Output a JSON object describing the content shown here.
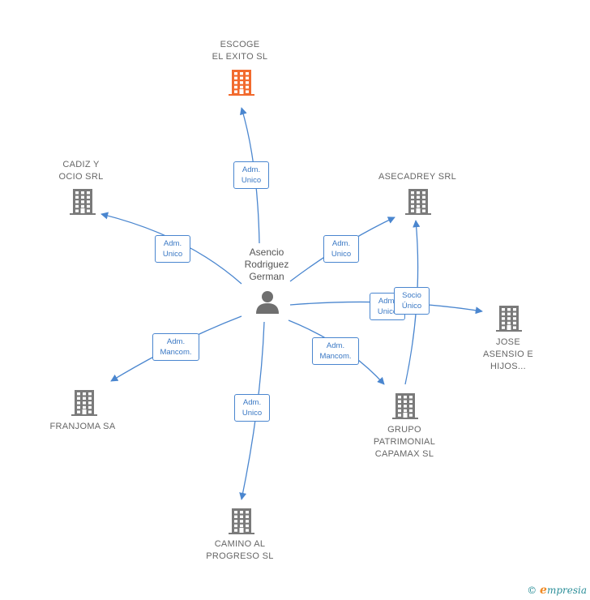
{
  "center": {
    "name": "Asencio\nRodriguez\nGerman",
    "icon": "person-icon"
  },
  "companies": [
    {
      "key": "escoge",
      "name": "ESCOGE\nEL EXITO  SL",
      "color": "#f26a2e"
    },
    {
      "key": "cadiz",
      "name": "CADIZ Y\nOCIO SRL",
      "color": "#7a7a7a"
    },
    {
      "key": "asecadrey",
      "name": "ASECADREY SRL",
      "color": "#7a7a7a"
    },
    {
      "key": "jose",
      "name": "JOSE\nASENSIO E\nHIJOS...",
      "color": "#7a7a7a"
    },
    {
      "key": "franjoma",
      "name": "FRANJOMA SA",
      "color": "#7a7a7a"
    },
    {
      "key": "grupo",
      "name": "GRUPO\nPATRIMONIAL\nCAPAMAX SL",
      "color": "#7a7a7a"
    },
    {
      "key": "camino",
      "name": "CAMINO AL\nPROGRESO SL",
      "color": "#7a7a7a"
    }
  ],
  "relations": [
    {
      "key": "r-escoge",
      "label": "Adm.\nUnico"
    },
    {
      "key": "r-cadiz",
      "label": "Adm.\nUnico"
    },
    {
      "key": "r-asecadrey",
      "label": "Adm.\nUnico"
    },
    {
      "key": "r-jose",
      "label": "Adm.\nUnico"
    },
    {
      "key": "r-socio",
      "label": "Socio\nÚnico"
    },
    {
      "key": "r-franjoma",
      "label": "Adm.\nMancom."
    },
    {
      "key": "r-grupo",
      "label": "Adm.\nMancom."
    },
    {
      "key": "r-camino",
      "label": "Adm.\nUnico"
    }
  ],
  "colors": {
    "edge": "#4a86cf",
    "building": "#7a7a7a",
    "highlight": "#f26a2e"
  },
  "footer": {
    "copyright": "©",
    "brand_initial": "e",
    "brand_rest": "mpresia"
  }
}
